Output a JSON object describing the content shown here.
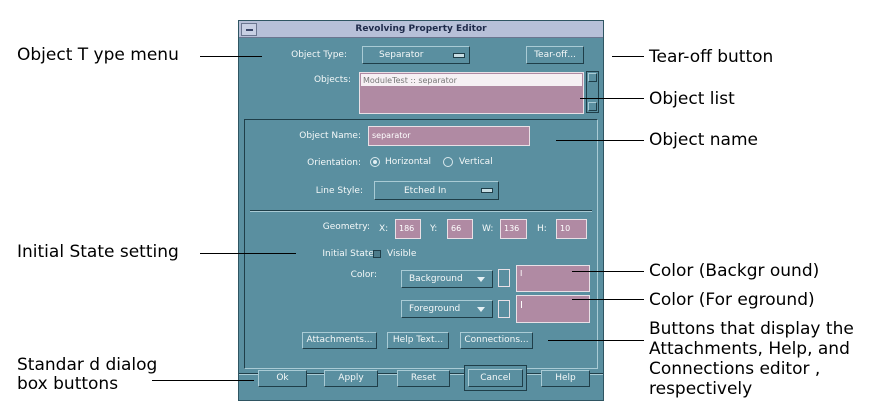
{
  "callouts": {
    "object_type_menu": "Object T ype menu",
    "tear_off_button": "Tear-off button",
    "object_list": "Object list",
    "object_name": "Object name",
    "initial_state": "Initial State setting",
    "color_background": "Color (Backgr ound)",
    "color_foreground": "Color (For eground)",
    "buttons_line1": "Buttons that display the",
    "buttons_line2": "Attachments, Help, and",
    "buttons_line3": "Connections editor  ,",
    "buttons_line4": "respectively",
    "standard_line1": "Standar d dialog",
    "standard_line2": "box buttons"
  },
  "dialog": {
    "title": "Revolving Property Editor",
    "object_type_label": "Object Type:",
    "object_type_value": "Separator",
    "tear_off_label": "Tear-off...",
    "objects_label": "Objects:",
    "objects_list": [
      "ModuleTest :: separator"
    ],
    "object_name_label": "Object Name:",
    "object_name_value": "separator",
    "orientation_label": "Orientation:",
    "orientation_options": [
      "Horizontal",
      "Vertical"
    ],
    "orientation_selected": "Horizontal",
    "line_style_label": "Line Style:",
    "line_style_value": "Etched In",
    "geometry_label": "Geometry:",
    "geometry": {
      "x_label": "X:",
      "x": "186",
      "y_label": "Y:",
      "y": "66",
      "w_label": "W:",
      "w": "136",
      "h_label": "H:",
      "h": "10"
    },
    "initial_state_label": "Initial State:",
    "visible_label": "Visible",
    "visible_checked": false,
    "color_label": "Color:",
    "background_label": "Background",
    "background_value": "I",
    "foreground_label": "Foreground",
    "foreground_value": "I",
    "attachments_label": "Attachments...",
    "help_text_label": "Help Text...",
    "connections_label": "Connections...",
    "buttons": {
      "ok": "Ok",
      "apply": "Apply",
      "reset": "Reset",
      "cancel": "Cancel",
      "help": "Help"
    }
  },
  "colors": {
    "dialog_bg": "#5a8fa0",
    "titlebar_bg": "#b7c0d8",
    "field_bg": "#b08aa3"
  }
}
